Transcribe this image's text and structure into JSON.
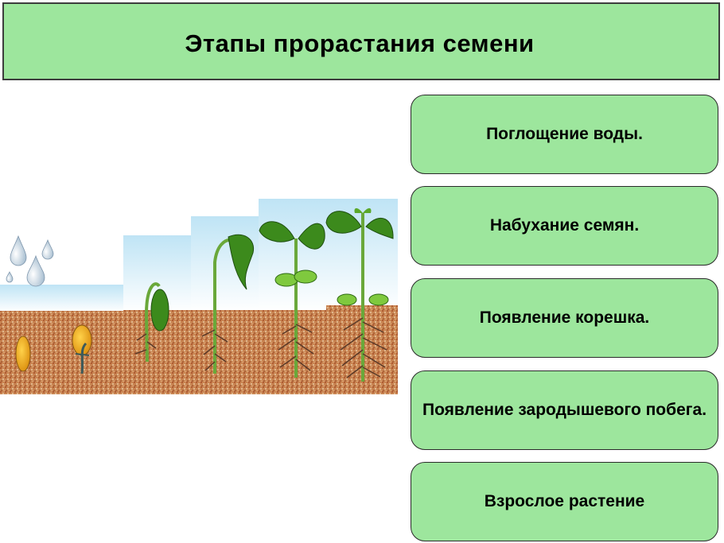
{
  "title": "Этапы прорастания семени",
  "stages": [
    {
      "label": "Поглощение воды."
    },
    {
      "label": "Набухание семян."
    },
    {
      "label": "Появление корешка."
    },
    {
      "label": "Появление зародышевого побега."
    },
    {
      "label": "Взрослое растение"
    }
  ],
  "colors": {
    "box_fill": "#9de69d",
    "box_border": "#2a2a2a",
    "soil": "#c97a4a",
    "sky": "#d8eef8",
    "leaf": "#3f8f1f",
    "seed": "#e8a814",
    "water_drop": "#b9cfe0"
  },
  "illustration": {
    "panels": [
      "water-drops-and-seed",
      "swollen-seed",
      "root-emergence",
      "shoot-emergence",
      "seedling-with-leaves",
      "adult-plant"
    ]
  }
}
